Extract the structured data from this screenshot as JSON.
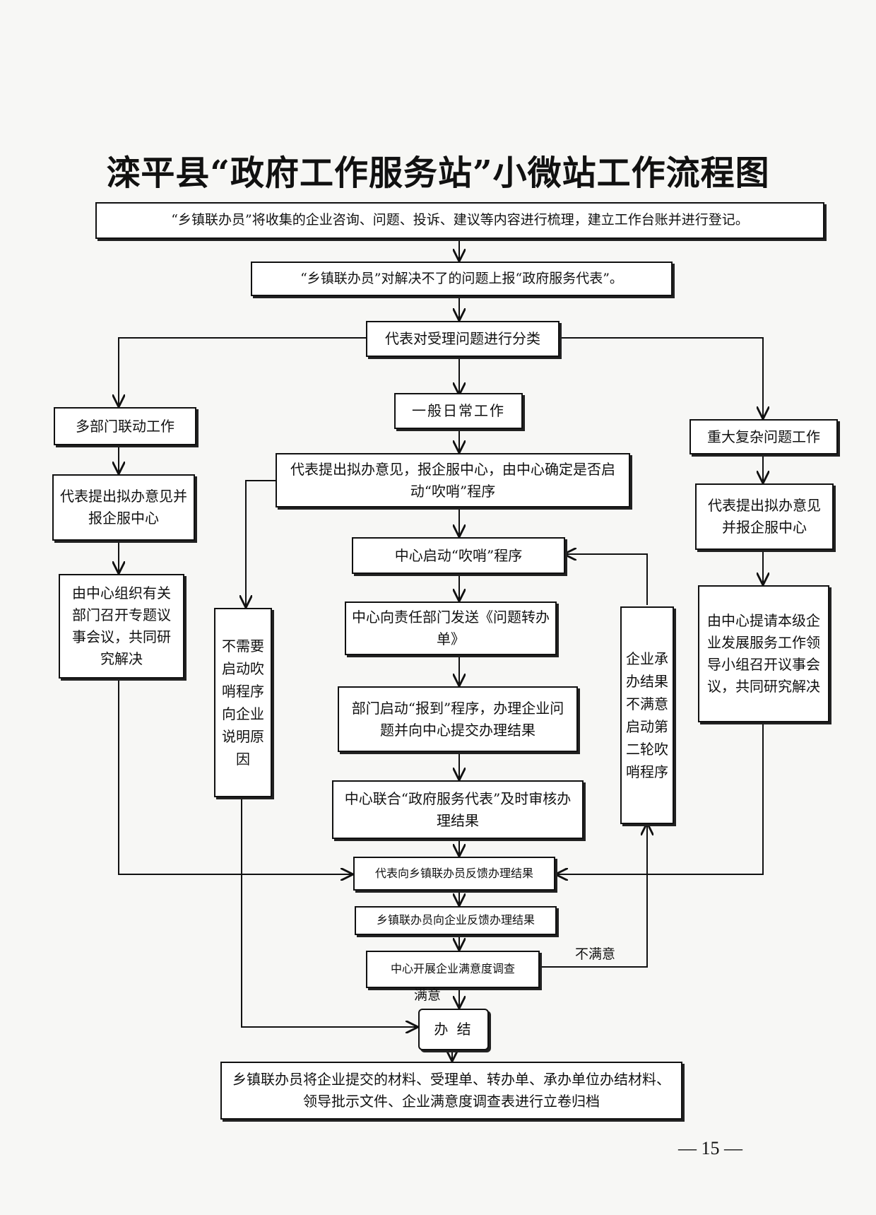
{
  "title": "滦平县“政府工作服务站”小微站工作流程图",
  "nodes": {
    "n1": "“乡镇联办员”将收集的企业咨询、问题、投诉、建议等内容进行梳理，建立工作台账并进行登记。",
    "n2": "“乡镇联办员”对解决不了的问题上报“政府服务代表”。",
    "n3": "代表对受理问题进行分类",
    "left_a": "多部门联动工作",
    "left_b": "代表提出拟办意见并报企服中心",
    "left_c": "由中心组织有关部门召开专题议事会议，共同研究解决",
    "mid_a": "一般日常工作",
    "mid_b": "代表提出拟办意见，报企服中心，由中心确定是否启动“吹哨”程序",
    "mid_c": "中心启动“吹哨”程序",
    "mid_d": "中心向责任部门发送《问题转办单》",
    "mid_e": "部门启动“报到”程序，办理企业问题并向中心提交办理结果",
    "mid_f": "中心联合“政府服务代表”及时审核办理结果",
    "right_a": "重大复杂问题工作",
    "right_b": "代表提出拟办意见并报企服中心",
    "right_c": "由中心提请本级企业发展服务工作领导小组召开议事会议，共同研究解决",
    "no_whistle": "不需要启动吹哨程序向企业说明原因",
    "second_round": "企业承办结果不满意启动第二轮吹哨程序",
    "feedback1": "代表向乡镇联办员反馈办理结果",
    "feedback2": "乡镇联办员向企业反馈办理结果",
    "survey": "中心开展企业满意度调查",
    "done": "办 结",
    "archive": "乡镇联办员将企业提交的材料、受理单、转办单、承办单位办结材料、领导批示文件、企业满意度调查表进行立卷归档"
  },
  "labels": {
    "unsatisfied": "不满意",
    "satisfied": "满意"
  },
  "page_number": "— 15 —"
}
